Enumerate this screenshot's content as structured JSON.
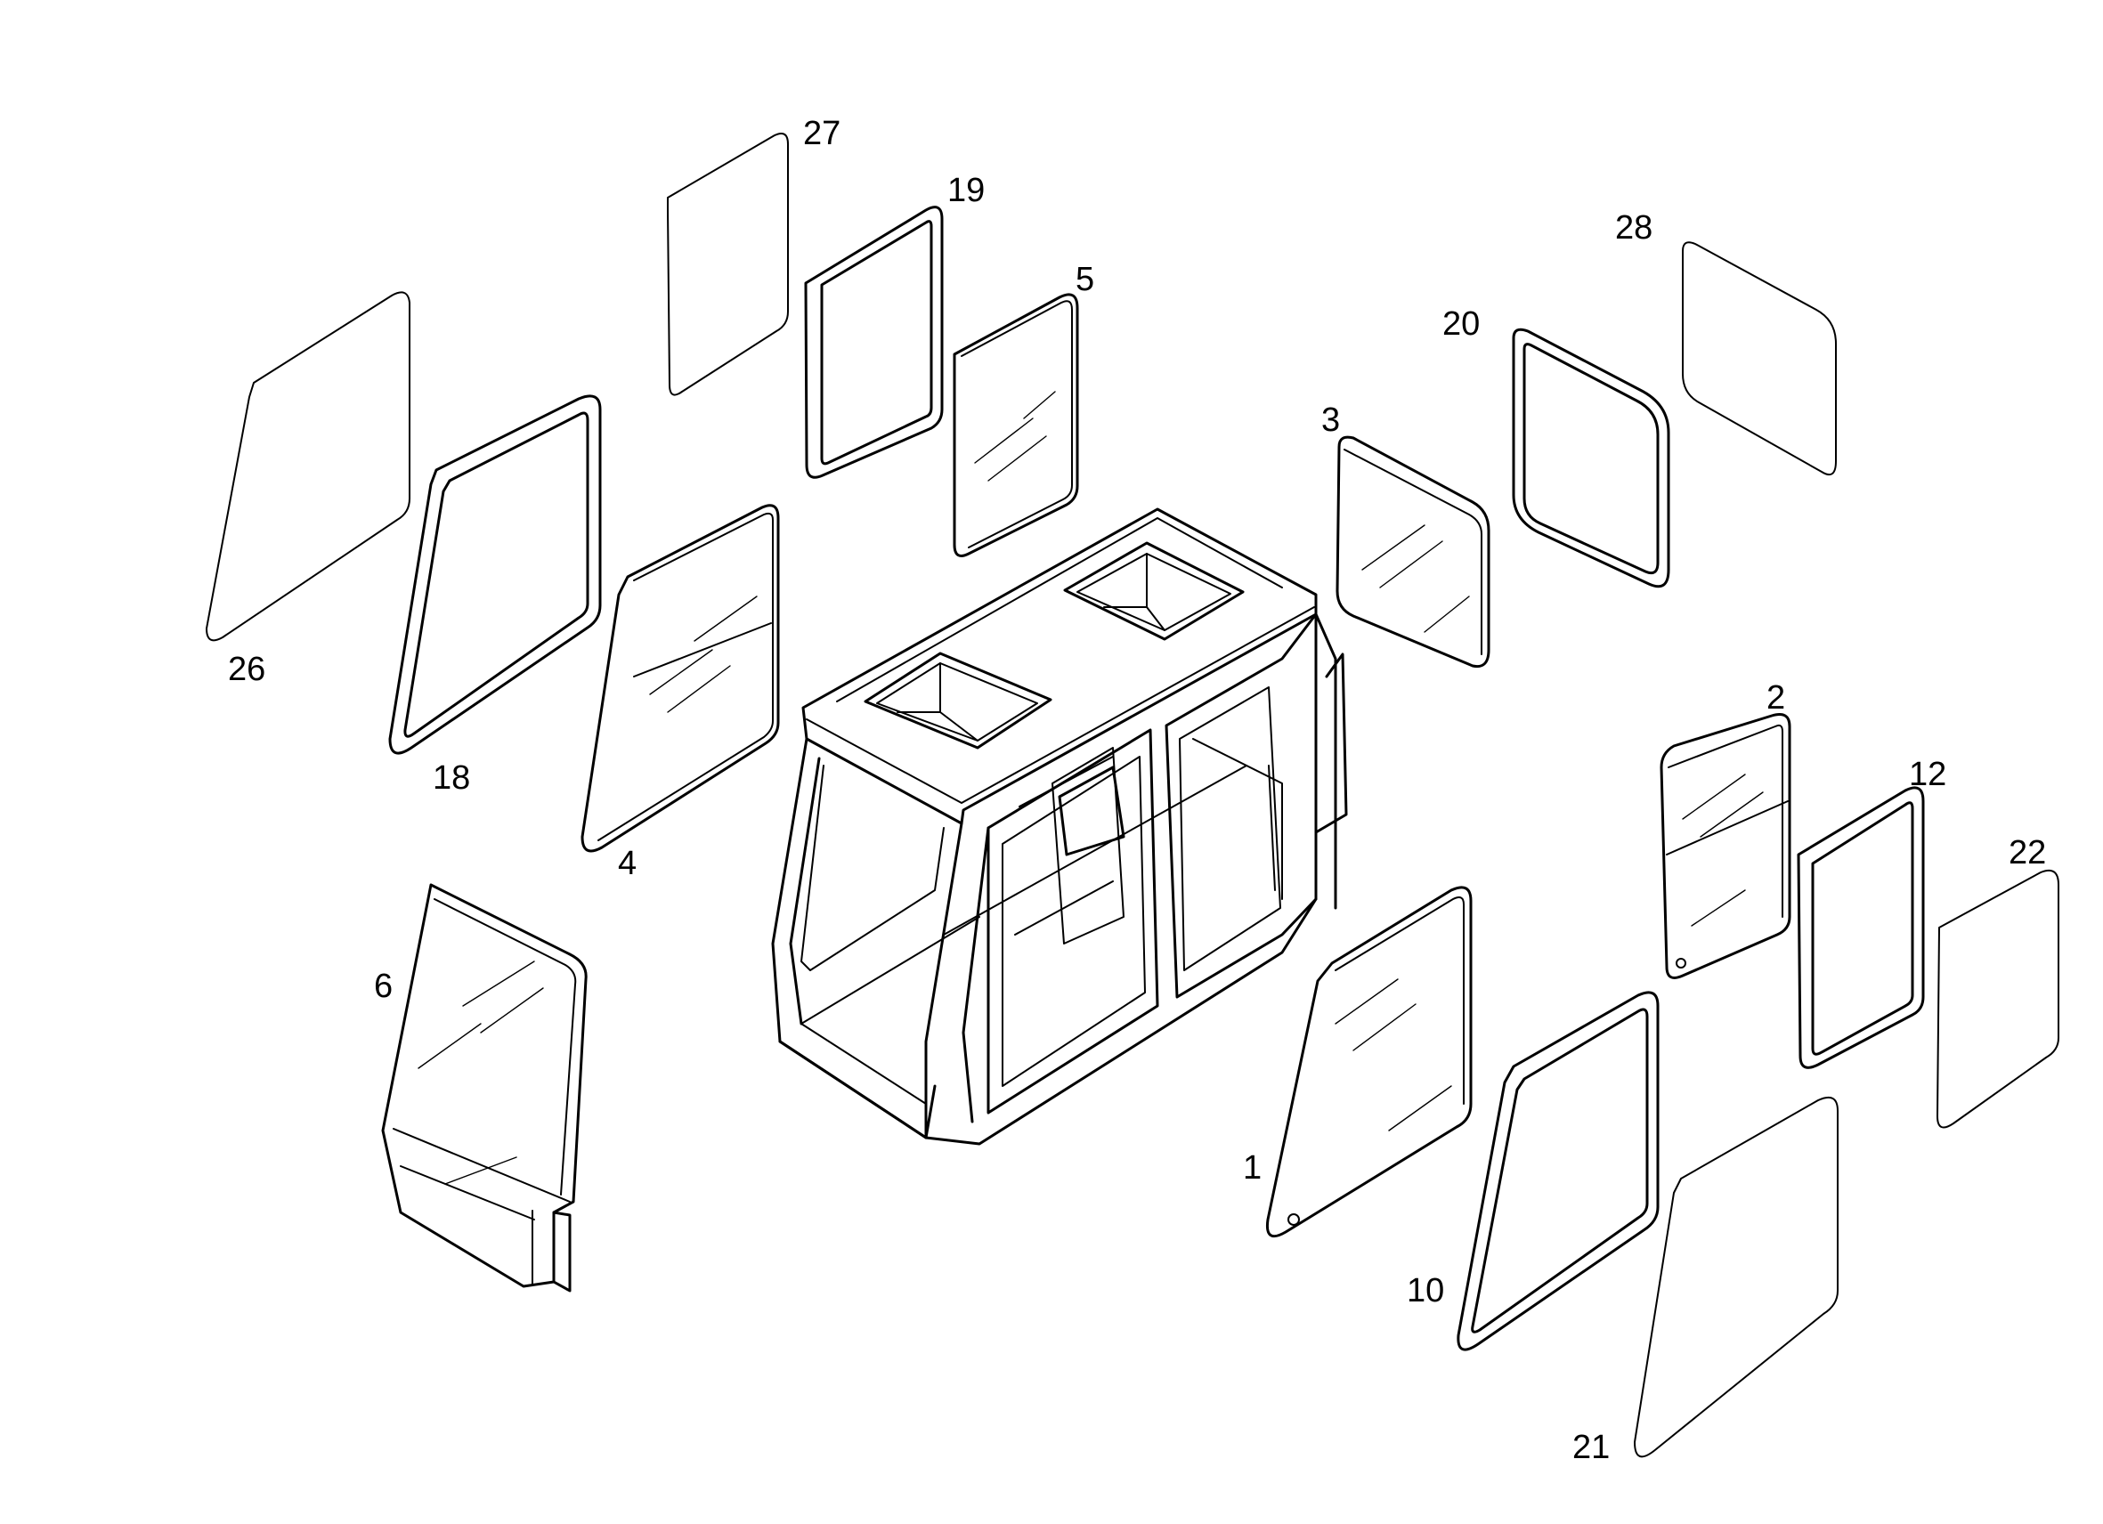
{
  "diagram": {
    "labels": {
      "p1": "1",
      "p2": "2",
      "p3": "3",
      "p4": "4",
      "p5": "5",
      "p6": "6",
      "p10": "10",
      "p12": "12",
      "p18": "18",
      "p19": "19",
      "p20": "20",
      "p21": "21",
      "p22": "22",
      "p26": "26",
      "p27": "27",
      "p28": "28"
    }
  }
}
